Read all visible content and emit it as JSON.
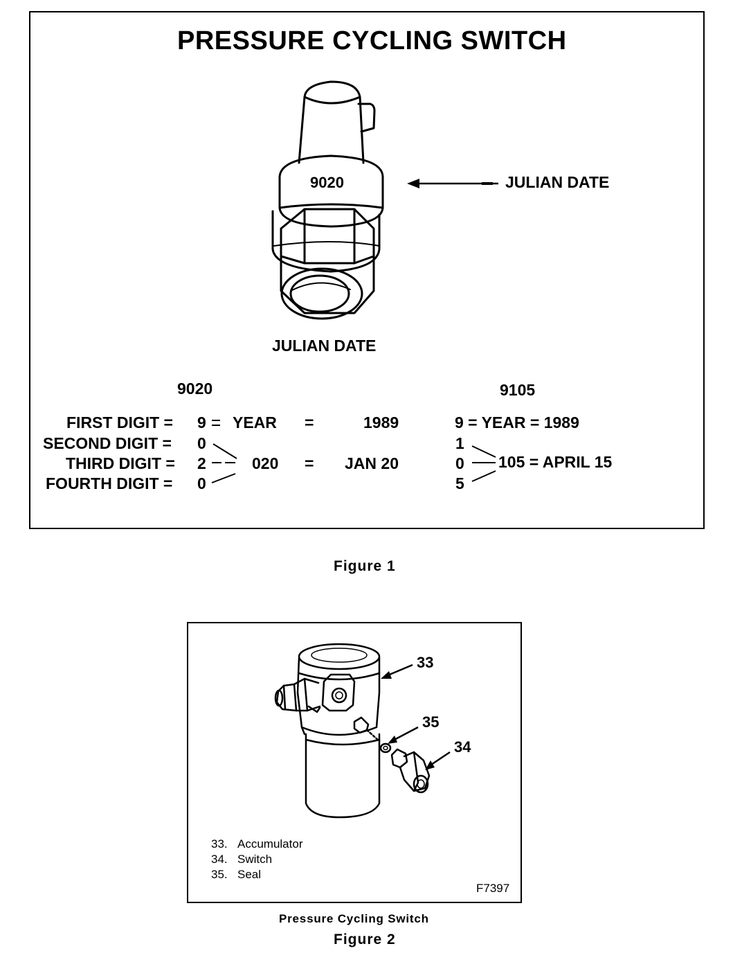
{
  "figure1": {
    "title": "PRESSURE CYCLING SWITCH",
    "switch_stamp": "9020",
    "callout_label": "JULIAN DATE",
    "image_caption": "JULIAN DATE",
    "example_left": {
      "code": "9020",
      "labels": [
        "FIRST DIGIT =",
        "SECOND DIGIT =",
        "THIRD DIGIT =",
        "FOURTH DIGIT ="
      ],
      "digits": [
        "9",
        "0",
        "2",
        "0"
      ],
      "year_eq": "=",
      "year_word": "YEAR",
      "eq1": "=",
      "year_value": "1989",
      "day_code": "020",
      "eq2": "=",
      "day_value": "JAN 20"
    },
    "example_right": {
      "code": "9105",
      "year_line": "9 = YEAR = 1989",
      "digits": [
        "1",
        "0",
        "5"
      ],
      "result": "105 = APRIL 15"
    },
    "caption": "Figure 1"
  },
  "figure2": {
    "callouts": [
      "33",
      "35",
      "34"
    ],
    "legend": [
      {
        "num": "33.",
        "text": "Accumulator"
      },
      {
        "num": "34.",
        "text": "Switch"
      },
      {
        "num": "35.",
        "text": "Seal"
      }
    ],
    "figure_id": "F7397",
    "subtitle": "Pressure Cycling Switch",
    "caption": "Figure 2"
  }
}
